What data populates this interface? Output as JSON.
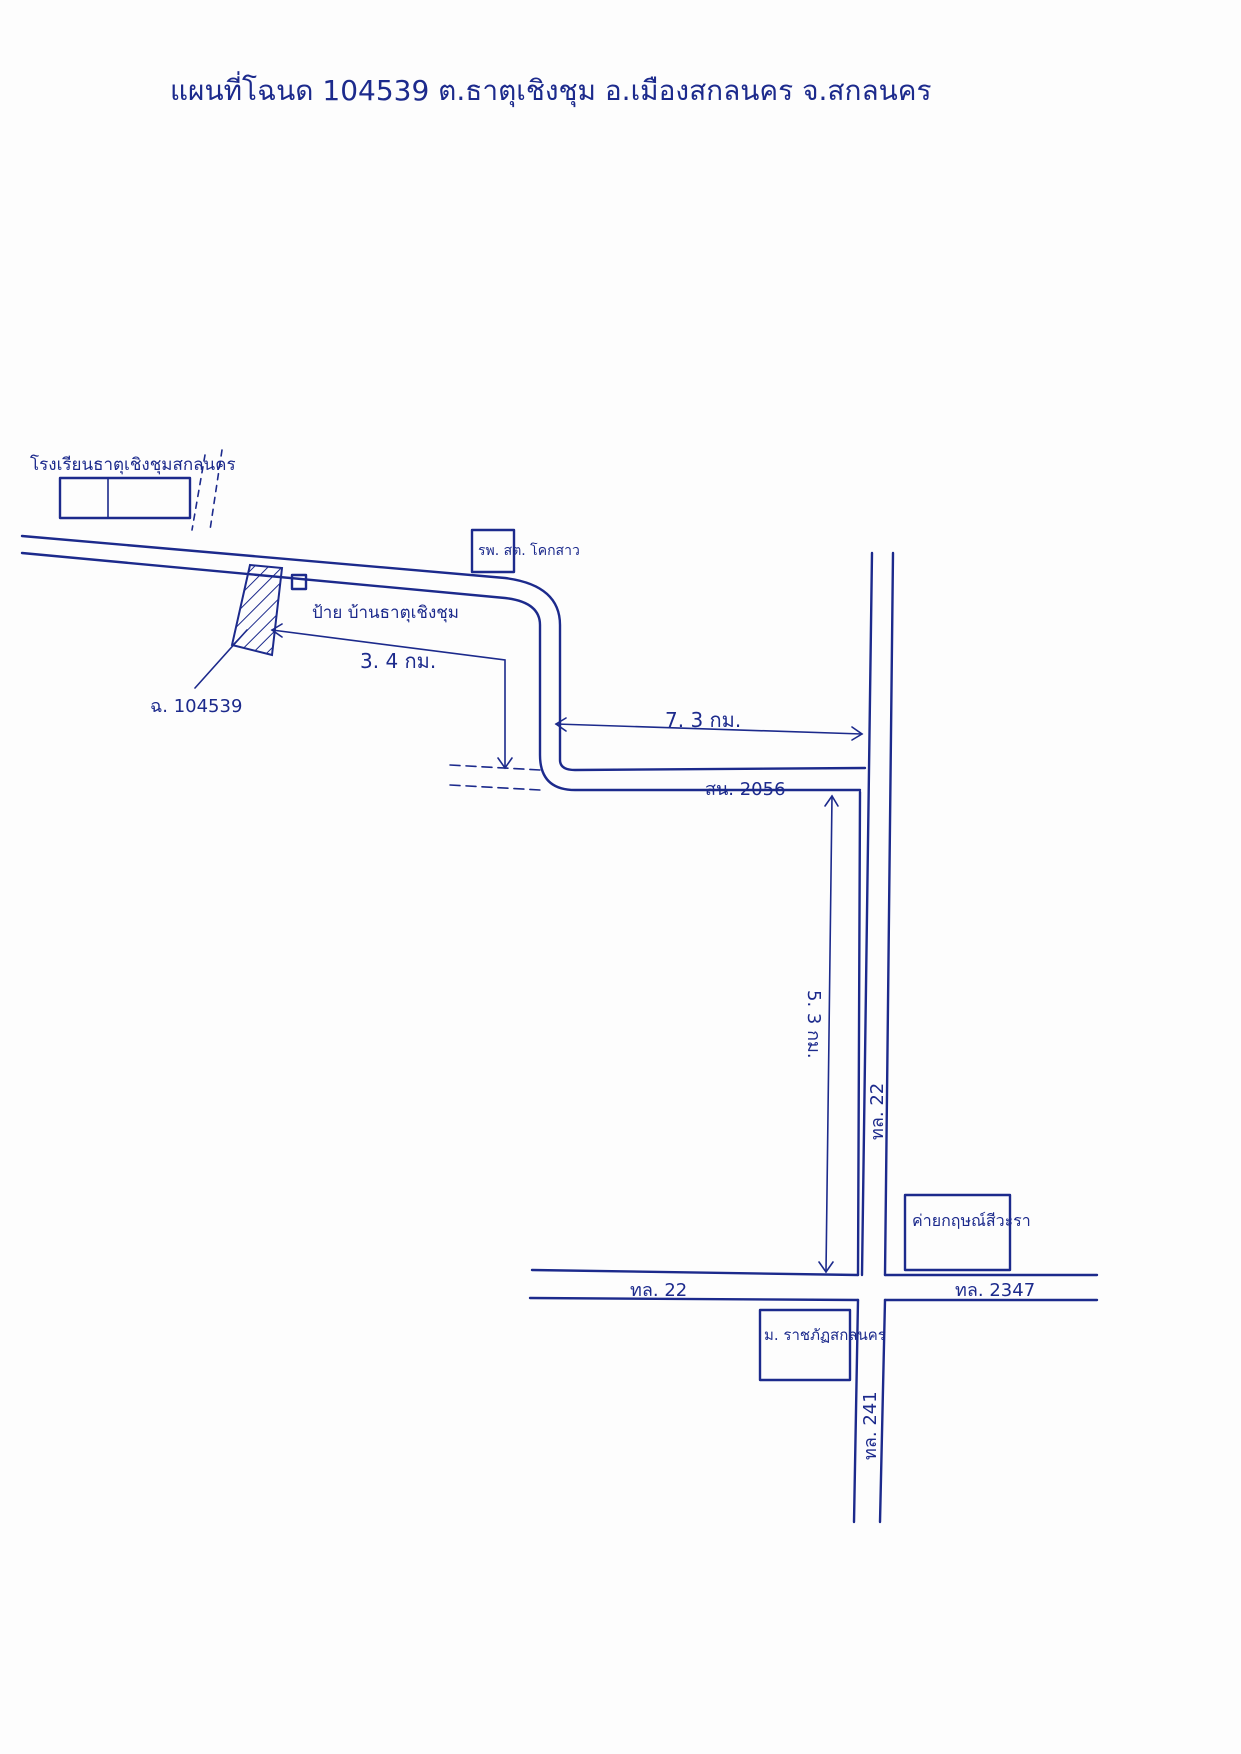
{
  "map": {
    "title": "แผนที่โฉนด 104539 ต.ธาตุเชิงชุม อ.เมืองสกลนคร จ.สกลนคร",
    "plot_label": "ฉ. 104539",
    "landmarks": {
      "school": "โรงเรียนธาตุเชิงชุมสกลนคร",
      "hospital": "รพ. สต. โคกสาว",
      "village_sign": "ป้าย บ้านธาตุเชิงชุม",
      "camp": "ค่ายกฤษณ์สีวะรา",
      "university": "ม. ราชภัฏสกลนคร"
    },
    "roads": {
      "local_road": "สน. 2056",
      "hwy22_vertical": "ทล. 22",
      "hwy22_horizontal": "ทล. 22",
      "hwy2347": "ทล. 2347",
      "hwy241": "ทล. 241"
    },
    "distances": {
      "plot_to_bend": "3. 4 กม.",
      "bend_to_hwy22": "7. 3 กม.",
      "junction_to_intersection": "5. 3 กม."
    },
    "colors": {
      "ink": "#1c2a8c",
      "paper": "#fdfdfd"
    }
  }
}
